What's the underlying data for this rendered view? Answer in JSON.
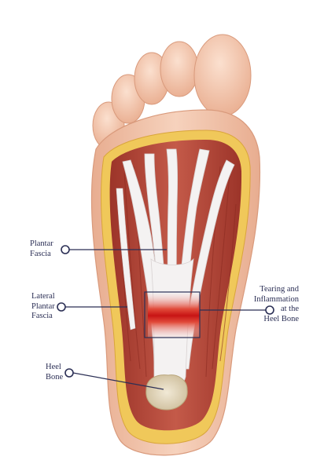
{
  "labels": {
    "plantar_fascia": "Plantar\nFascia",
    "lateral_plantar_fascia": "Lateral\nPlantar\nFascia",
    "heel_bone": "Heel\nBone",
    "tearing": "Tearing and\nInflammation\nat the\nHeel Bone"
  },
  "colors": {
    "skin": "#f2c4a8",
    "skin_shadow": "#e3a88a",
    "fat": "#f0c85a",
    "muscle": "#b64a3c",
    "fascia": "#f4f2f2",
    "inflammation": "#d01e1e",
    "bone": "#e6dcc4",
    "callout": "#2b2f55"
  }
}
